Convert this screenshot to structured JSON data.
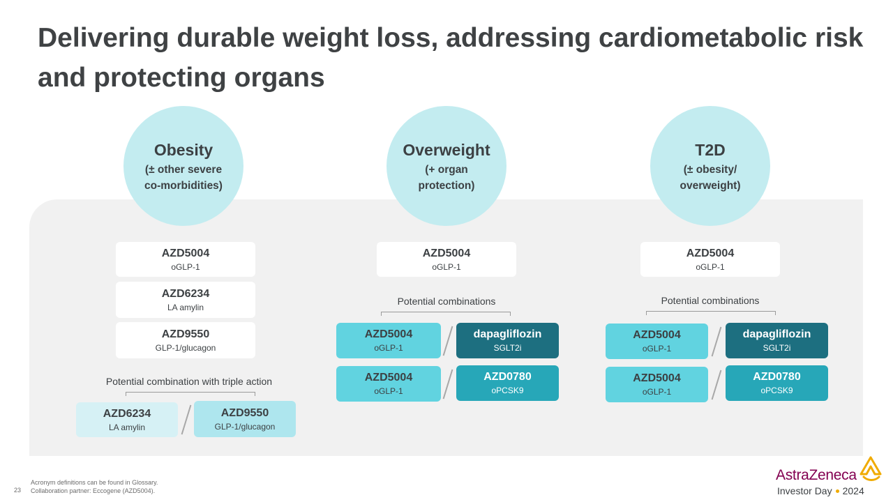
{
  "title": "Delivering durable weight loss, addressing cardiometabolic risk and protecting organs",
  "columns": [
    {
      "circle_title": "Obesity",
      "circle_sub_1": "(± other severe",
      "circle_sub_2": "co-morbidities)",
      "drugs": [
        {
          "name": "AZD5004",
          "sub": "oGLP-1"
        },
        {
          "name": "AZD6234",
          "sub": "LA amylin"
        },
        {
          "name": "AZD9550",
          "sub": "GLP-1/glucagon"
        }
      ],
      "combo_label": "Potential combination with triple action",
      "combos": [
        {
          "left": {
            "name": "AZD6234",
            "sub": "LA amylin"
          },
          "right": {
            "name": "AZD9550",
            "sub": "GLP-1/glucagon"
          }
        }
      ]
    },
    {
      "circle_title": "Overweight",
      "circle_sub_1": "(+ organ",
      "circle_sub_2": "protection)",
      "drugs": [
        {
          "name": "AZD5004",
          "sub": "oGLP-1"
        }
      ],
      "combo_label": "Potential combinations",
      "combos": [
        {
          "left": {
            "name": "AZD5004",
            "sub": "oGLP-1"
          },
          "right": {
            "name": "dapagliflozin",
            "sub": "SGLT2i"
          }
        },
        {
          "left": {
            "name": "AZD5004",
            "sub": "oGLP-1"
          },
          "right": {
            "name": "AZD0780",
            "sub": "oPCSK9"
          }
        }
      ]
    },
    {
      "circle_title": "T2D",
      "circle_sub_1": "(± obesity/",
      "circle_sub_2": "overweight)",
      "drugs": [
        {
          "name": "AZD5004",
          "sub": "oGLP-1"
        }
      ],
      "combo_label": "Potential combinations",
      "combos": [
        {
          "left": {
            "name": "AZD5004",
            "sub": "oGLP-1"
          },
          "right": {
            "name": "dapagliflozin",
            "sub": "SGLT2i"
          }
        },
        {
          "left": {
            "name": "AZD5004",
            "sub": "oGLP-1"
          },
          "right": {
            "name": "AZD0780",
            "sub": "oPCSK9"
          }
        }
      ]
    }
  ],
  "footer": {
    "page_number": "23",
    "note_1": "Acronym definitions can be found in Glossary.",
    "note_2": "Collaboration partner: Eccogene (AZD5004)."
  },
  "logo": {
    "brand": "AstraZeneca",
    "event_left": "Investor Day",
    "event_right": "2024"
  },
  "colors": {
    "circle": "#c3ecf0",
    "panel": "#f1f1f1",
    "cyan": "#61d3e0",
    "teal_dark": "#1d6f80",
    "teal": "#27a7b8",
    "brand": "#830051",
    "accent_gold": "#f0ab00"
  }
}
